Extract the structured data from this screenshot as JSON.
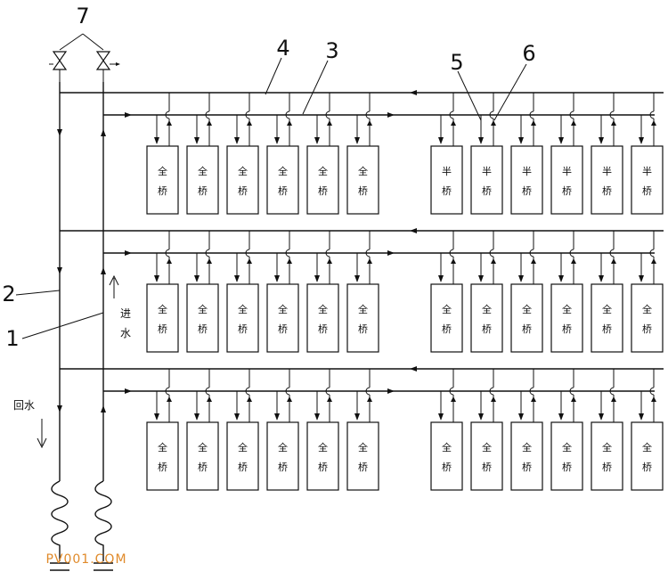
{
  "labels": {
    "one": "1",
    "two": "2",
    "three": "3",
    "four": "4",
    "five": "5",
    "six": "6",
    "seven": "7"
  },
  "inlet_text": [
    "进",
    "水"
  ],
  "return_text": "回水",
  "watermark": "PV001.COM",
  "rows": [
    {
      "left": [
        [
          "全",
          "桥"
        ],
        [
          "全",
          "桥"
        ],
        [
          "全",
          "桥"
        ],
        [
          "全",
          "桥"
        ],
        [
          "全",
          "桥"
        ],
        [
          "全",
          "桥"
        ]
      ],
      "right": [
        [
          "半",
          "桥"
        ],
        [
          "半",
          "桥"
        ],
        [
          "半",
          "桥"
        ],
        [
          "半",
          "桥"
        ],
        [
          "半",
          "桥"
        ],
        [
          "半",
          "桥"
        ]
      ]
    },
    {
      "left": [
        [
          "全",
          "桥"
        ],
        [
          "全",
          "桥"
        ],
        [
          "全",
          "桥"
        ],
        [
          "全",
          "桥"
        ],
        [
          "全",
          "桥"
        ],
        [
          "全",
          "桥"
        ]
      ],
      "right": [
        [
          "全",
          "桥"
        ],
        [
          "全",
          "桥"
        ],
        [
          "全",
          "桥"
        ],
        [
          "全",
          "桥"
        ],
        [
          "全",
          "桥"
        ],
        [
          "全",
          "桥"
        ]
      ]
    },
    {
      "left": [
        [
          "全",
          "桥"
        ],
        [
          "全",
          "桥"
        ],
        [
          "全",
          "桥"
        ],
        [
          "全",
          "桥"
        ],
        [
          "全",
          "桥"
        ],
        [
          "全",
          "桥"
        ]
      ],
      "right": [
        [
          "全",
          "桥"
        ],
        [
          "全",
          "桥"
        ],
        [
          "全",
          "桥"
        ],
        [
          "全",
          "桥"
        ],
        [
          "全",
          "桥"
        ],
        [
          "全",
          "桥"
        ]
      ]
    }
  ]
}
